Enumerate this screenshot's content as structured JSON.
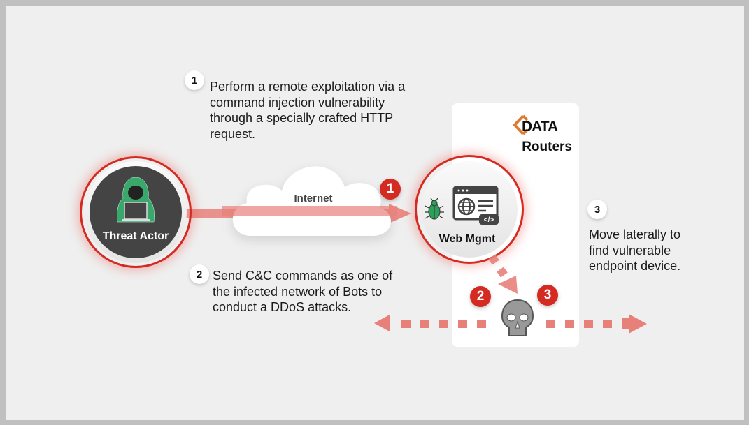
{
  "diagram": {
    "colors": {
      "accent_red": "#d42a22",
      "arrow_pink": "#e8807a",
      "brand_orange": "#e07a30",
      "background": "#efefef"
    },
    "nodes": {
      "threat_actor": {
        "label": "Threat Actor",
        "icon": "hooded-hacker-icon"
      },
      "internet": {
        "label": "Internet",
        "icon": "cloud-icon"
      },
      "web_mgmt": {
        "label": "Web Mgmt",
        "icons": [
          "bug-icon",
          "web-browser-globe-icon",
          "code-tag-icon"
        ]
      },
      "router_card": {
        "brand": "DATA",
        "title": "Routers",
        "icon": "brand-logo-icon"
      },
      "bot": {
        "icon": "skull-icon"
      }
    },
    "steps": [
      {
        "number": "1",
        "text_lines": [
          "Perform a remote exploitation via a",
          "command injection vulnerability",
          "through a specially crafted HTTP",
          "request."
        ]
      },
      {
        "number": "2",
        "text_lines": [
          "Send C&C commands as one of",
          "the infected network of Bots to",
          "conduct a DDoS attacks."
        ]
      },
      {
        "number": "3",
        "text_lines": [
          "Move laterally to",
          "find vulnerable",
          "endpoint device."
        ]
      }
    ],
    "badges": [
      "1",
      "2",
      "3"
    ]
  }
}
